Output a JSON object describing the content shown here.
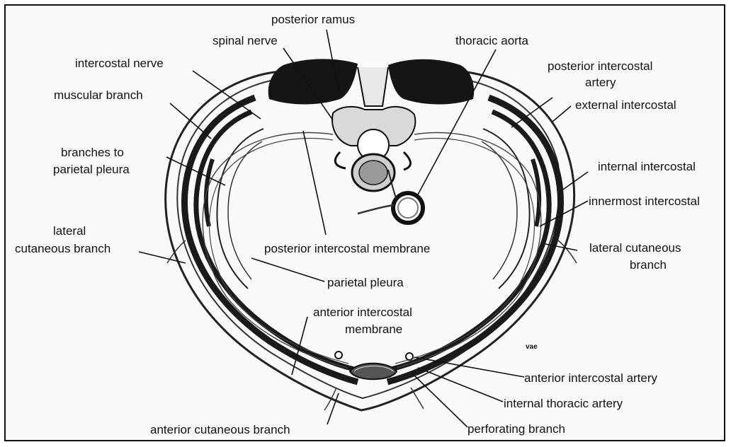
{
  "labels": {
    "posterior_ramus": "posterior ramus",
    "spinal_nerve": "spinal nerve",
    "thoracic_aorta": "thoracic aorta",
    "intercostal_nerve": "intercostal nerve",
    "posterior_intercostal_artery_1": "posterior intercostal",
    "posterior_intercostal_artery_2": "artery",
    "muscular_branch": "muscular branch",
    "external_intercostal": "external intercostal",
    "branches_to_parietal_pleura_1": "branches to",
    "branches_to_parietal_pleura_2": "parietal pleura",
    "internal_intercostal": "internal intercostal",
    "innermost_intercostal": "innermost intercostal",
    "lateral_cutaneous_left_1": "lateral",
    "lateral_cutaneous_left_2": "cutaneous branch",
    "posterior_intercostal_membrane": "posterior intercostal membrane",
    "lateral_cutaneous_right_1": "lateral cutaneous",
    "lateral_cutaneous_right_2": "branch",
    "parietal_pleura": "parietal pleura",
    "anterior_intercostal_membrane_1": "anterior intercostal",
    "anterior_intercostal_membrane_2": "membrane",
    "artist_initials": "vae",
    "anterior_intercostal_artery": "anterior intercostal artery",
    "internal_thoracic_artery": "internal thoracic artery",
    "anterior_cutaneous_branch": "anterior cutaneous branch",
    "perforating_branch": "perforating branch"
  },
  "colors": {
    "ink": "#111111",
    "muscle": "#1a1a1a",
    "background": "#fafafa"
  }
}
